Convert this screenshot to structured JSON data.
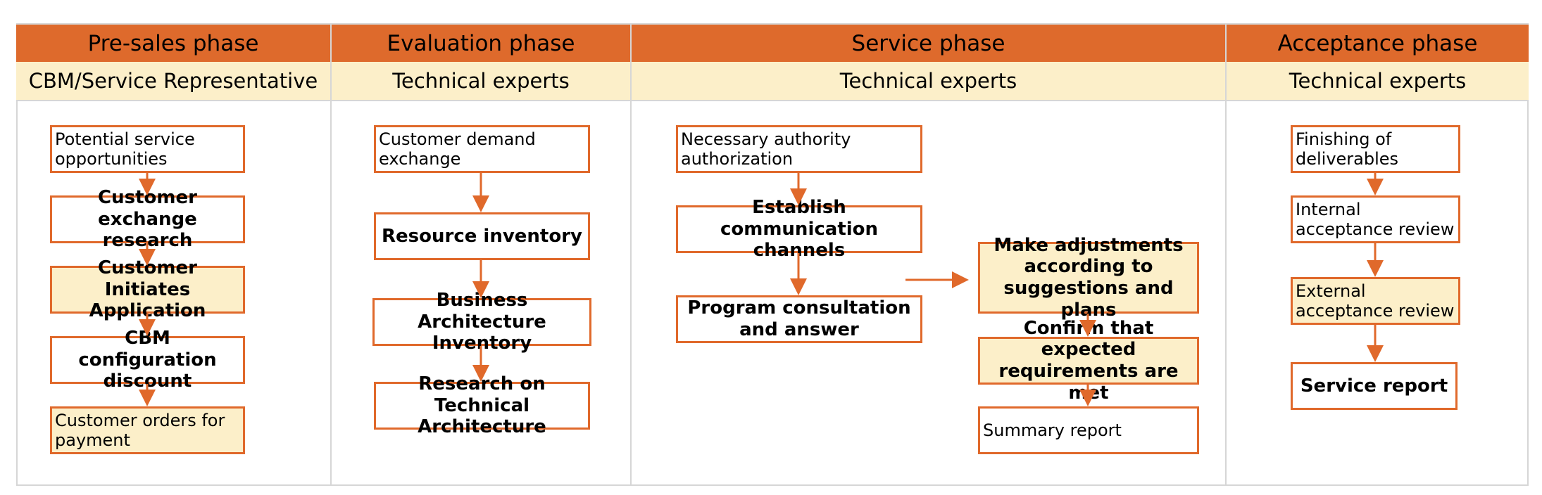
{
  "phases": [
    {
      "title": "Pre-sales phase",
      "role": "CBM/Service Representative",
      "steps": [
        "Potential service opportunities",
        "Customer exchange research",
        "Customer Initiates Application",
        "CBM configuration discount",
        "Customer orders for payment"
      ]
    },
    {
      "title": "Evaluation phase",
      "role": "Technical experts",
      "steps": [
        "Customer demand exchange",
        "Resource inventory",
        "Business Architecture Inventory",
        "Research on Technical Architecture"
      ]
    },
    {
      "title": "Service phase",
      "role": "Technical experts",
      "steps": [
        "Necessary authority authorization",
        "Establish communication channels",
        "Program consultation and answer",
        "Make adjustments according to suggestions and plans",
        "Confirm that expected requirements are met",
        "Summary report"
      ]
    },
    {
      "title": "Acceptance phase",
      "role": "Technical experts",
      "steps": [
        "Finishing of deliverables",
        "Internal acceptance review",
        "External acceptance review",
        "Service report"
      ]
    }
  ],
  "colors": {
    "header": "#de6a2c",
    "role_band": "#fcefc9",
    "box_border": "#e0692b",
    "highlight_fill": "#fcefc9"
  }
}
